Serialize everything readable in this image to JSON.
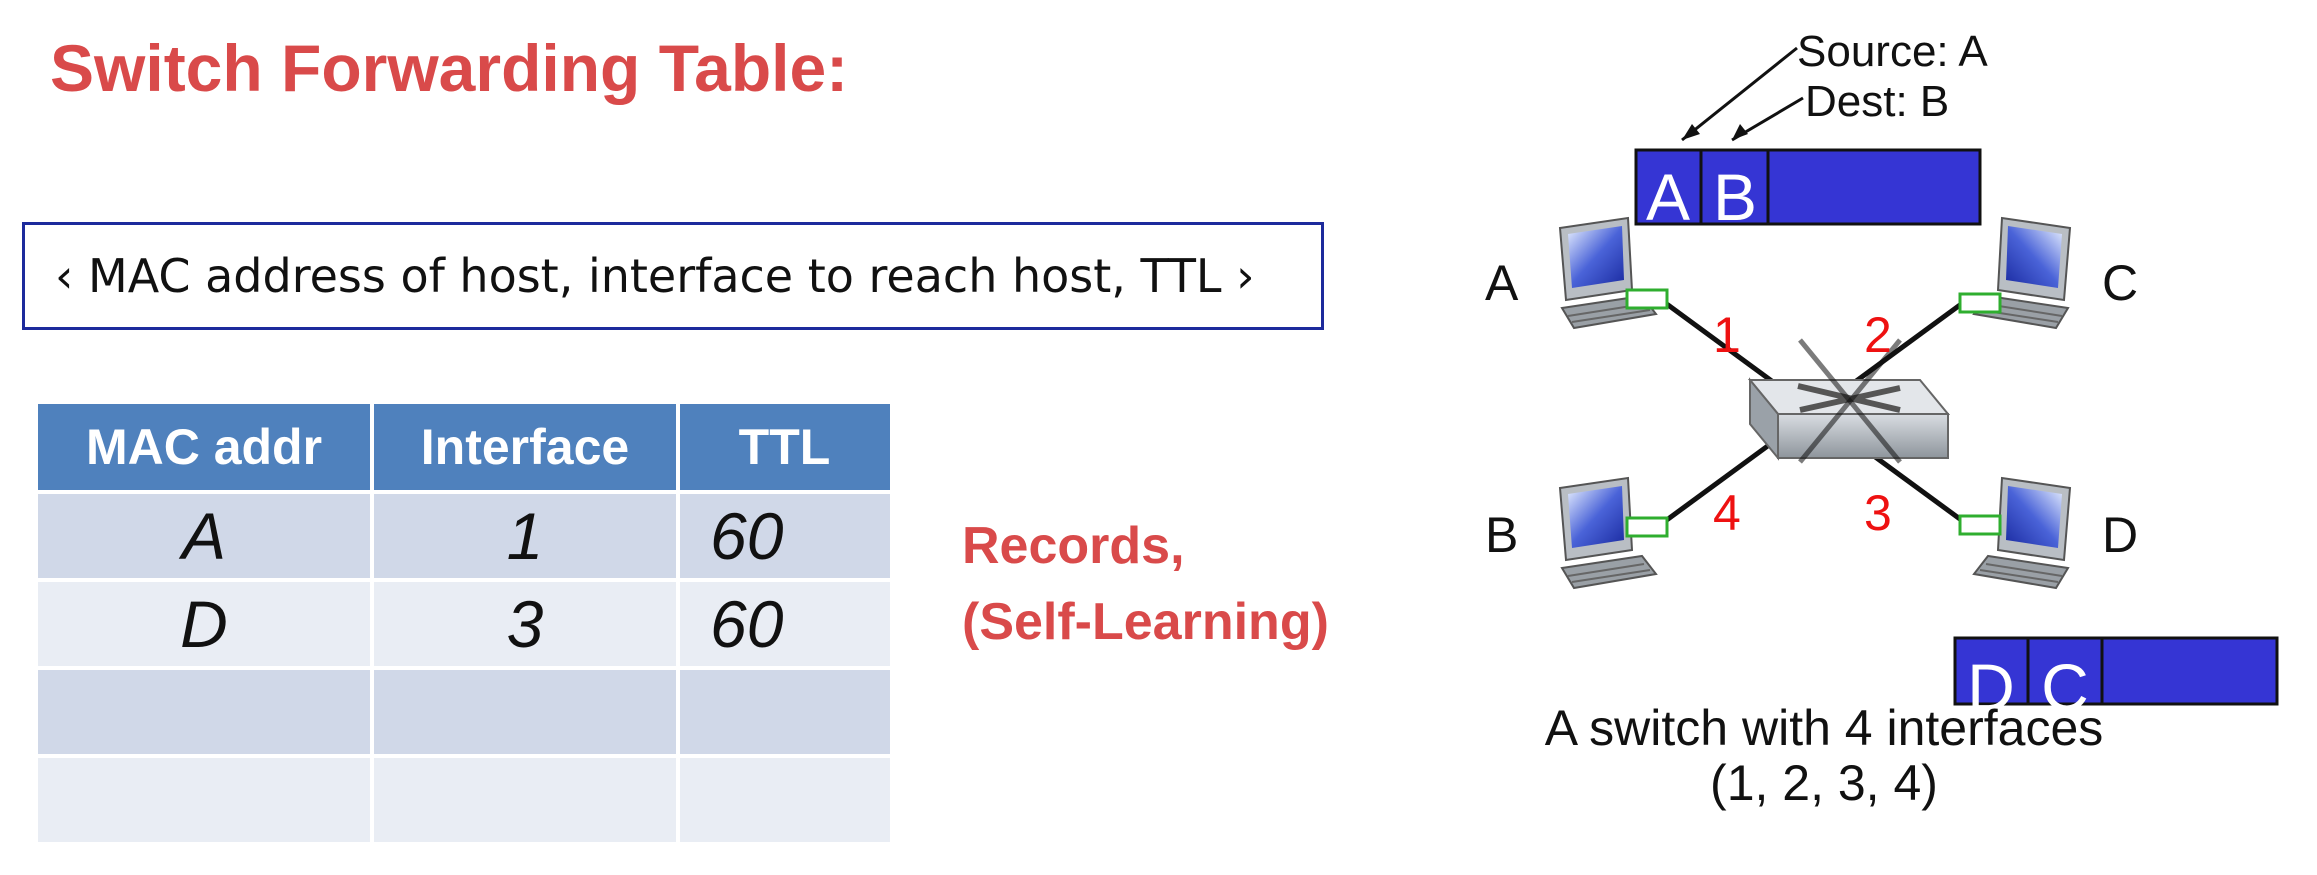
{
  "title": "Switch Forwarding Table:",
  "schema": "‹ MAC address of host, interface to reach host, TTL ›",
  "table": {
    "headers": [
      "MAC addr",
      "Interface",
      "TTL"
    ],
    "rows": [
      [
        "A",
        "1",
        "60"
      ],
      [
        "D",
        "3",
        "60"
      ],
      [
        "",
        "",
        ""
      ],
      [
        "",
        "",
        ""
      ]
    ]
  },
  "records": {
    "line1": "Records,",
    "line2": "(Self-Learning)"
  },
  "diagram": {
    "source_label": "Source: A",
    "dest_label": "Dest: B",
    "frame_top": {
      "a": "A",
      "b": "B"
    },
    "frame_bottom": {
      "a": "D",
      "b": "C"
    },
    "hosts": {
      "a": "A",
      "b": "B",
      "c": "C",
      "d": "D"
    },
    "ports": {
      "p1": "1",
      "p2": "2",
      "p3": "3",
      "p4": "4"
    },
    "caption1": "A switch with 4 interfaces",
    "caption2": "(1, 2, 3, 4)",
    "colors": {
      "frame": "#3030d0",
      "port_numbers": "#ee1111",
      "port_box": "#2fae2f",
      "title": "#d94a4a"
    }
  }
}
